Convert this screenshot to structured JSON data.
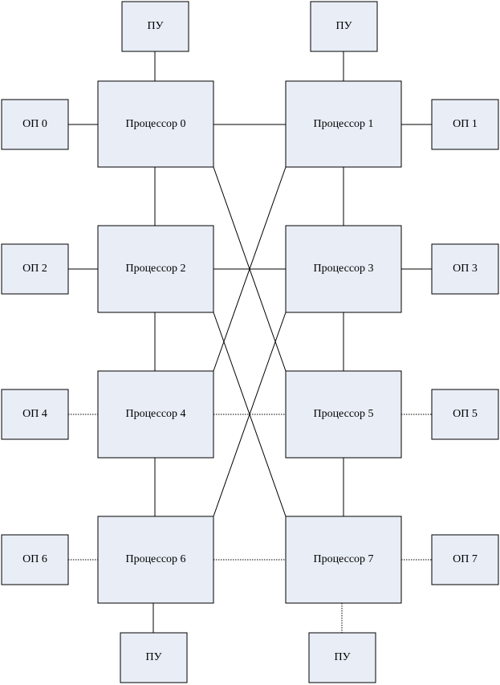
{
  "diagram": {
    "processors": [
      {
        "label": "Процессор 0"
      },
      {
        "label": "Процессор 1"
      },
      {
        "label": "Процессор 2"
      },
      {
        "label": "Процессор 3"
      },
      {
        "label": "Процессор 4"
      },
      {
        "label": "Процессор 5"
      },
      {
        "label": "Процессор 6"
      },
      {
        "label": "Процессор 7"
      }
    ],
    "memories": [
      {
        "label": "ОП 0"
      },
      {
        "label": "ОП 1"
      },
      {
        "label": "ОП 2"
      },
      {
        "label": "ОП 3"
      },
      {
        "label": "ОП 4"
      },
      {
        "label": "ОП 5"
      },
      {
        "label": "ОП 6"
      },
      {
        "label": "ОП 7"
      }
    ],
    "control_units": [
      {
        "label": "ПУ"
      },
      {
        "label": "ПУ"
      },
      {
        "label": "ПУ"
      },
      {
        "label": "ПУ"
      }
    ]
  }
}
